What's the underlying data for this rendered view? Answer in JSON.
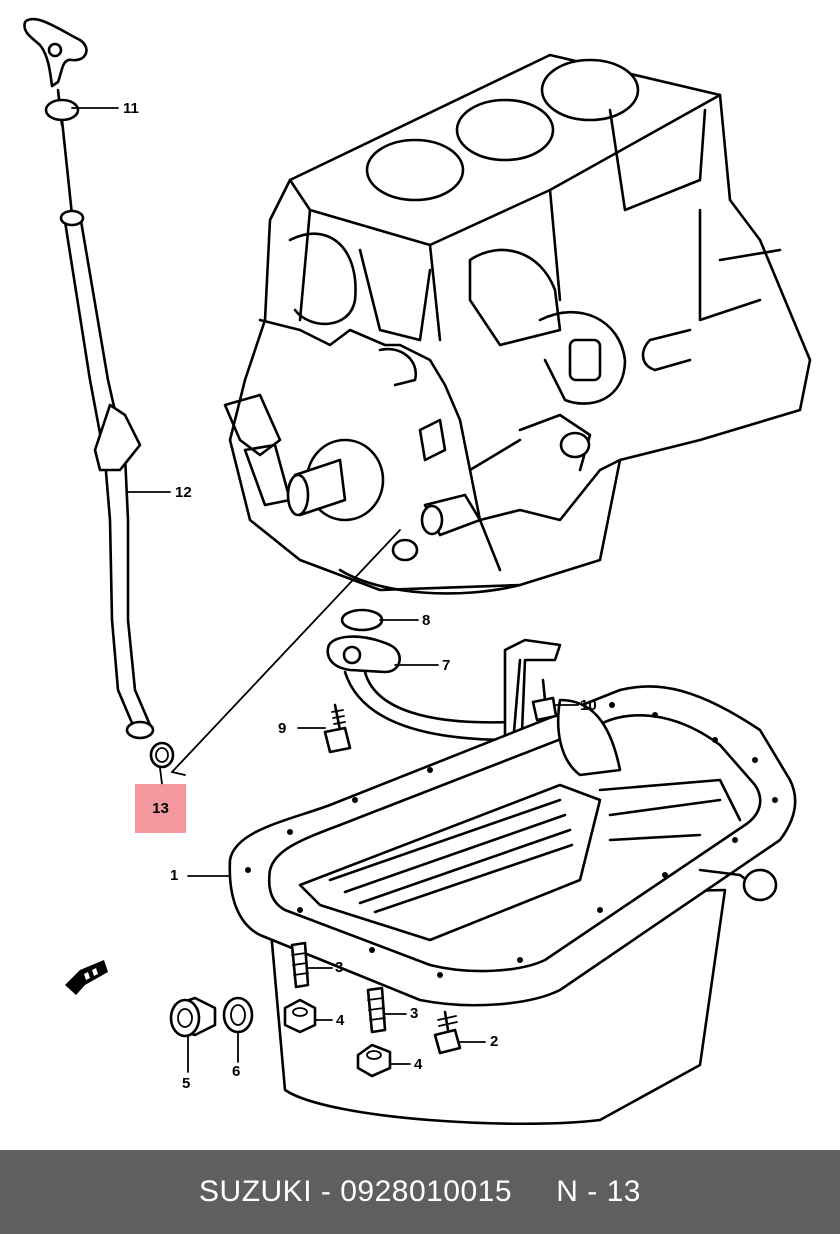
{
  "callouts": {
    "c1": "1",
    "c2": "2",
    "c3a": "3",
    "c3b": "3",
    "c4a": "4",
    "c4b": "4",
    "c5": "5",
    "c6": "6",
    "c7": "7",
    "c8": "8",
    "c9": "9",
    "c10": "10",
    "c11": "11",
    "c12": "12",
    "c13": "13"
  },
  "highlight_color": "#f1878c",
  "footer": {
    "brand": "SUZUKI",
    "separator1": " - ",
    "part_number": "0928010015",
    "gap": "     ",
    "section": "N",
    "separator2": " - ",
    "index": "13"
  }
}
